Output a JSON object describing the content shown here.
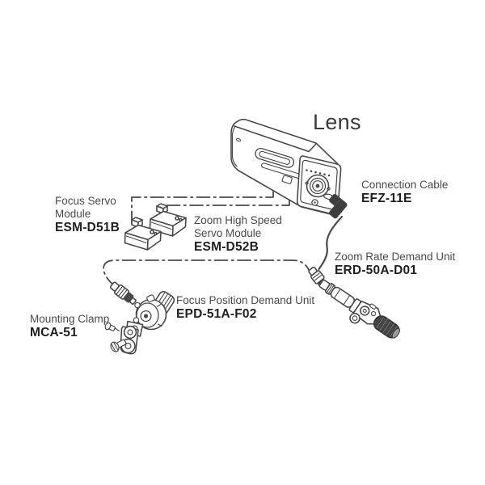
{
  "diagram": {
    "title": "Lens",
    "labels": {
      "connection_cable": {
        "line1": "Connection Cable",
        "model": "EFZ-11E"
      },
      "focus_servo_module": {
        "line1": "Focus Servo",
        "line2": "Module",
        "model": "ESM-D51B"
      },
      "zoom_servo_module": {
        "line1": "Zoom High Speed",
        "line2": "Servo Module",
        "model": "ESM-D52B"
      },
      "zoom_rate_demand_unit": {
        "line1": "Zoom Rate Demand Unit",
        "model": "ERD-50A-D01"
      },
      "focus_position_demand_unit": {
        "line1": "Focus Position Demand Unit",
        "model": "EPD-51A-F02"
      },
      "mounting_clamp": {
        "line1": "Mounting Clamp",
        "model": "MCA-51"
      }
    },
    "colors": {
      "line_art": "#4a4a4a",
      "label_text": "#4a4a4a",
      "model_text": "#1f1f1f",
      "plug_fill": "#3d3d3d",
      "background": "#ffffff"
    }
  }
}
